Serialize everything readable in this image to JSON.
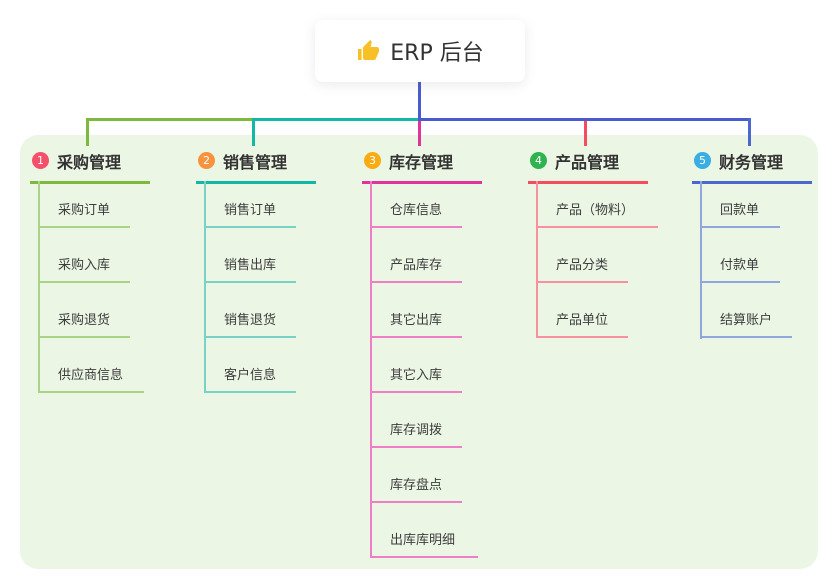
{
  "root": {
    "label": "ERP 后台",
    "icon": "thumbs-up-icon",
    "icon_color": "#f6c026"
  },
  "connector": {
    "color": "#4a5ccd"
  },
  "panel_color": "#ecf6e5",
  "branches": [
    {
      "num": "1",
      "label": "采购管理",
      "badge_color": "#f4506a",
      "color": "#7cb93e",
      "light": "#a9d387",
      "children": [
        "采购订单",
        "采购入库",
        "采购退货",
        "供应商信息"
      ]
    },
    {
      "num": "2",
      "label": "销售管理",
      "badge_color": "#f7923e",
      "color": "#12b7a5",
      "light": "#79d2c6",
      "children": [
        "销售订单",
        "销售出库",
        "销售退货",
        "客户信息"
      ]
    },
    {
      "num": "3",
      "label": "库存管理",
      "badge_color": "#f9ab13",
      "color": "#e0349c",
      "light": "#f07ec4",
      "children": [
        "仓库信息",
        "产品库存",
        "其它出库",
        "其它入库",
        "库存调拨",
        "库存盘点",
        "出库库明细"
      ]
    },
    {
      "num": "4",
      "label": "产品管理",
      "badge_color": "#2fb351",
      "color": "#f44d62",
      "light": "#f890a0",
      "children": [
        "产品（物料）",
        "产品分类",
        "产品单位"
      ]
    },
    {
      "num": "5",
      "label": "财务管理",
      "badge_color": "#38aee2",
      "color": "#4a68cf",
      "light": "#8fa7dc",
      "children": [
        "回款单",
        "付款单",
        "结算账户"
      ]
    }
  ]
}
